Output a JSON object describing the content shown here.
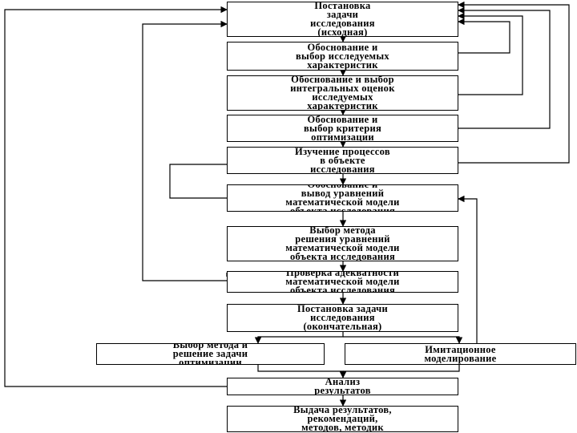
{
  "diagram": {
    "boxes": [
      {
        "id": "b1",
        "text": "Постановка\nзадачи\nисследования\n(исходная)"
      },
      {
        "id": "b2",
        "text": "Обоснование и\nвыбор исследуемых\nхарактеристик"
      },
      {
        "id": "b3",
        "text": "Обоснование и выбор\nинтегральных оценок\nисследуемых\nхарактеристик"
      },
      {
        "id": "b4",
        "text": "Обоснование и\nвыбор критерия\nоптимизации"
      },
      {
        "id": "b5",
        "text": "Изучение процессов\nв объекте\nисследования"
      },
      {
        "id": "b6",
        "text": "Обоснование и\nвывод уравнений\nматематической модели\nобъекта исследования"
      },
      {
        "id": "b7",
        "text": "Выбор метода\nрешения уравнений\nматематической модели\nобъекта исследования"
      },
      {
        "id": "b8",
        "text": "Проверка адекватности\nматематической модели\nобъекта исследования"
      },
      {
        "id": "b9",
        "text": "Постановка задачи\nисследования\n(окончательная)"
      },
      {
        "id": "b10",
        "text": "Выбор метода и\nрешение задачи\nоптимизации"
      },
      {
        "id": "b11",
        "text": "Имитационное\nмоделирование"
      },
      {
        "id": "b12",
        "text": "Анализ\nрезультатов"
      },
      {
        "id": "b13",
        "text": "Выдача результатов,\nрекомендаций,\nметодов, методик"
      }
    ],
    "line_color": "#000000"
  }
}
